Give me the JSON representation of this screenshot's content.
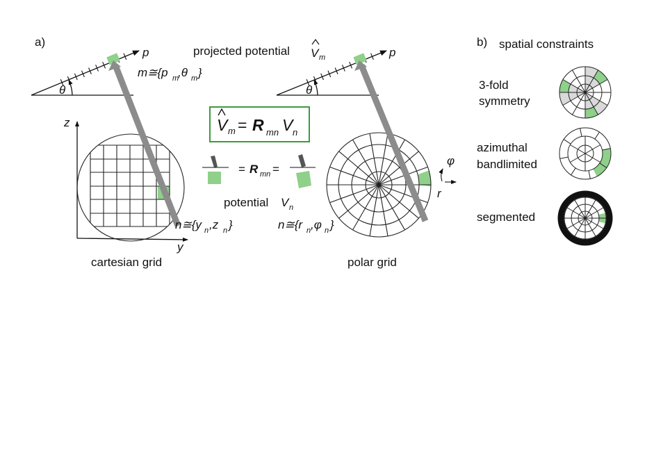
{
  "panel_a": {
    "label": "a)",
    "projected_potential": "projected potential",
    "vhat_symbol": "V",
    "vhat_sub": "m",
    "theta": "θ",
    "p": "p",
    "m_def_prefix": "m≅{p",
    "m_def_sub1": "m",
    "m_def_mid": ",θ",
    "m_def_sub2": "m",
    "m_def_end": "}",
    "equation": {
      "v": "V",
      "v_sub": "m",
      "eq": "= ",
      "r": "R",
      "r_sub": "mn",
      "vn": "V",
      "vn_sub": "n"
    },
    "middle_eq": {
      "eq1": "= ",
      "r": "R",
      "r_sub": "mn",
      "eq2": " ="
    },
    "potential": "potential",
    "potential_v": "V",
    "potential_sub": "n",
    "z": "z",
    "y": "y",
    "n_cart_prefix": "n≅{y",
    "n_cart_sub1": "n",
    "n_cart_mid": ",z",
    "n_cart_sub2": "n",
    "n_cart_end": "}",
    "n_polar_prefix": "n≅{r",
    "n_polar_sub1": "n",
    "n_polar_mid": ",φ",
    "n_polar_sub2": "n",
    "n_polar_end": "}",
    "phi": "φ",
    "r": "r",
    "cartesian_grid": "cartesian grid",
    "polar_grid": "polar grid"
  },
  "panel_b": {
    "label": "b)",
    "title": "spatial constraints",
    "items": [
      {
        "line1": "3-fold",
        "line2": "symmetry"
      },
      {
        "line1": "azimuthal",
        "line2": "bandlimited"
      },
      {
        "line1": "segmented",
        "line2": ""
      }
    ]
  },
  "colors": {
    "highlight_green": "#8fd08a",
    "beam_gray": "#8c8c8c",
    "equation_box": "#3c9a3c",
    "sector_gray": "#d9d9d9"
  }
}
